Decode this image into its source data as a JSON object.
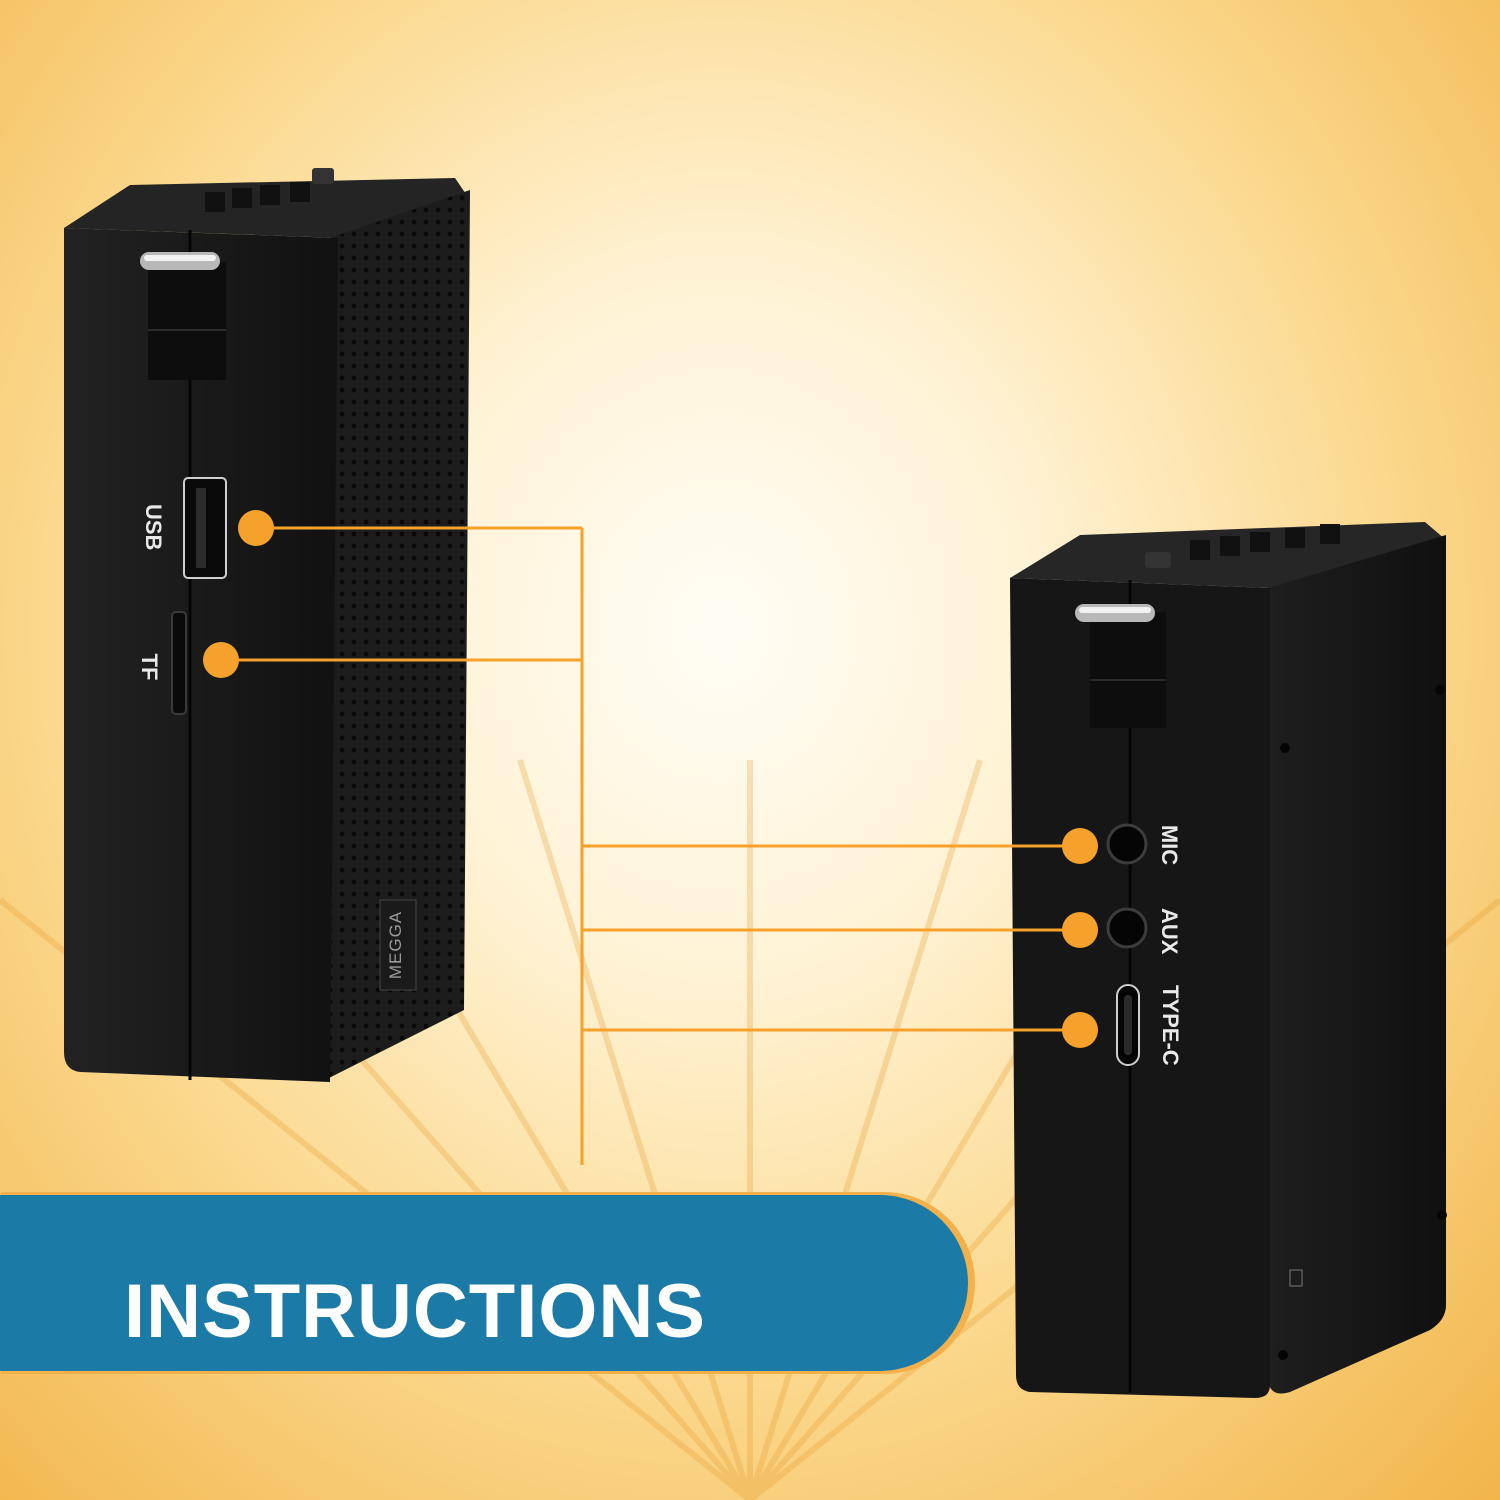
{
  "banner": {
    "title": "INSTRUCTIONS"
  },
  "left_device": {
    "brand": "MEGGA",
    "ports": [
      {
        "label": "USB"
      },
      {
        "label": "TF"
      }
    ]
  },
  "right_device": {
    "ports": [
      {
        "label": "MIC"
      },
      {
        "label": "AUX"
      },
      {
        "label": "TYPE-C"
      }
    ]
  },
  "colors": {
    "accent": "#f5a12b",
    "banner": "#1b7aa6",
    "device": "#151515"
  }
}
